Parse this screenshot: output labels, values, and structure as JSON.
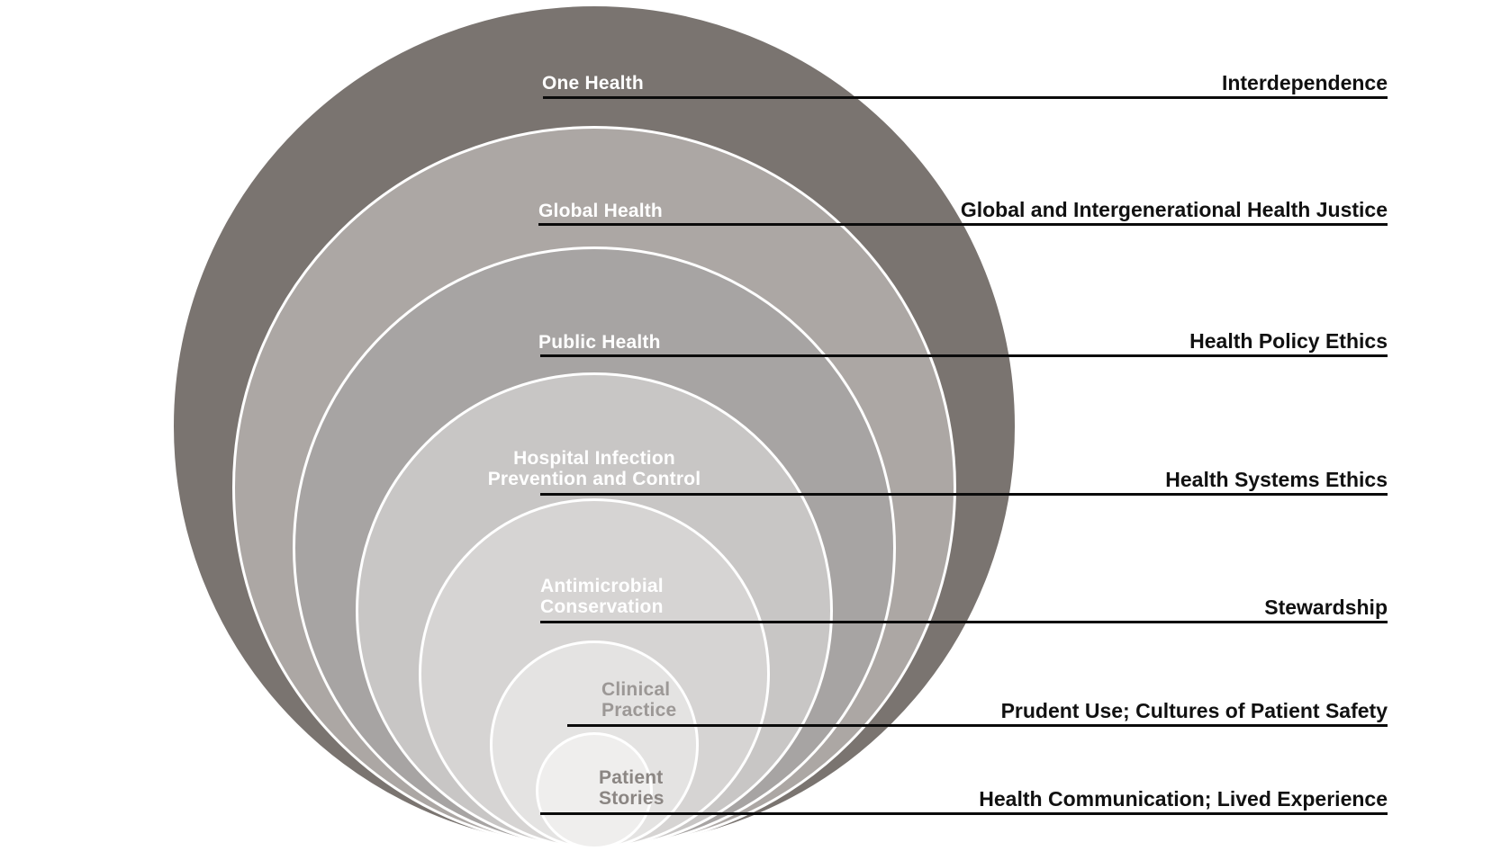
{
  "diagram": {
    "type": "nested-tangent-circles",
    "background_color": "#FFFFFF",
    "line_color": "#0B0B0B",
    "annotation_color": "#111111",
    "rings": [
      {
        "label": "One Health",
        "annotation": "Interdependence",
        "color": "#7A7470",
        "label_color": "#FFFFFF"
      },
      {
        "label": "Global Health",
        "annotation": "Global and Intergenerational Health Justice",
        "color": "#ACA7A4",
        "label_color": "#FFFFFF"
      },
      {
        "label": "Public Health",
        "annotation": "Health Policy Ethics",
        "color": "#A7A4A3",
        "label_color": "#FFFFFF"
      },
      {
        "label": "Hospital Infection\nPrevention and Control",
        "annotation": "Health Systems Ethics",
        "color": "#C8C6C5",
        "label_color": "#FFFFFF"
      },
      {
        "label": "Antimicrobial\nConservation",
        "annotation": "Stewardship",
        "color": "#D6D4D3",
        "label_color": "#FFFFFF"
      },
      {
        "label": "Clinical\nPractice",
        "annotation": "Prudent Use; Cultures of Patient Safety",
        "color": "#E4E3E2",
        "label_color": "#9C9896"
      },
      {
        "label": "Patient\nStories",
        "annotation": "Health Communication; Lived Experience",
        "color": "#EFEEED",
        "label_color": "#8B8683"
      }
    ]
  }
}
